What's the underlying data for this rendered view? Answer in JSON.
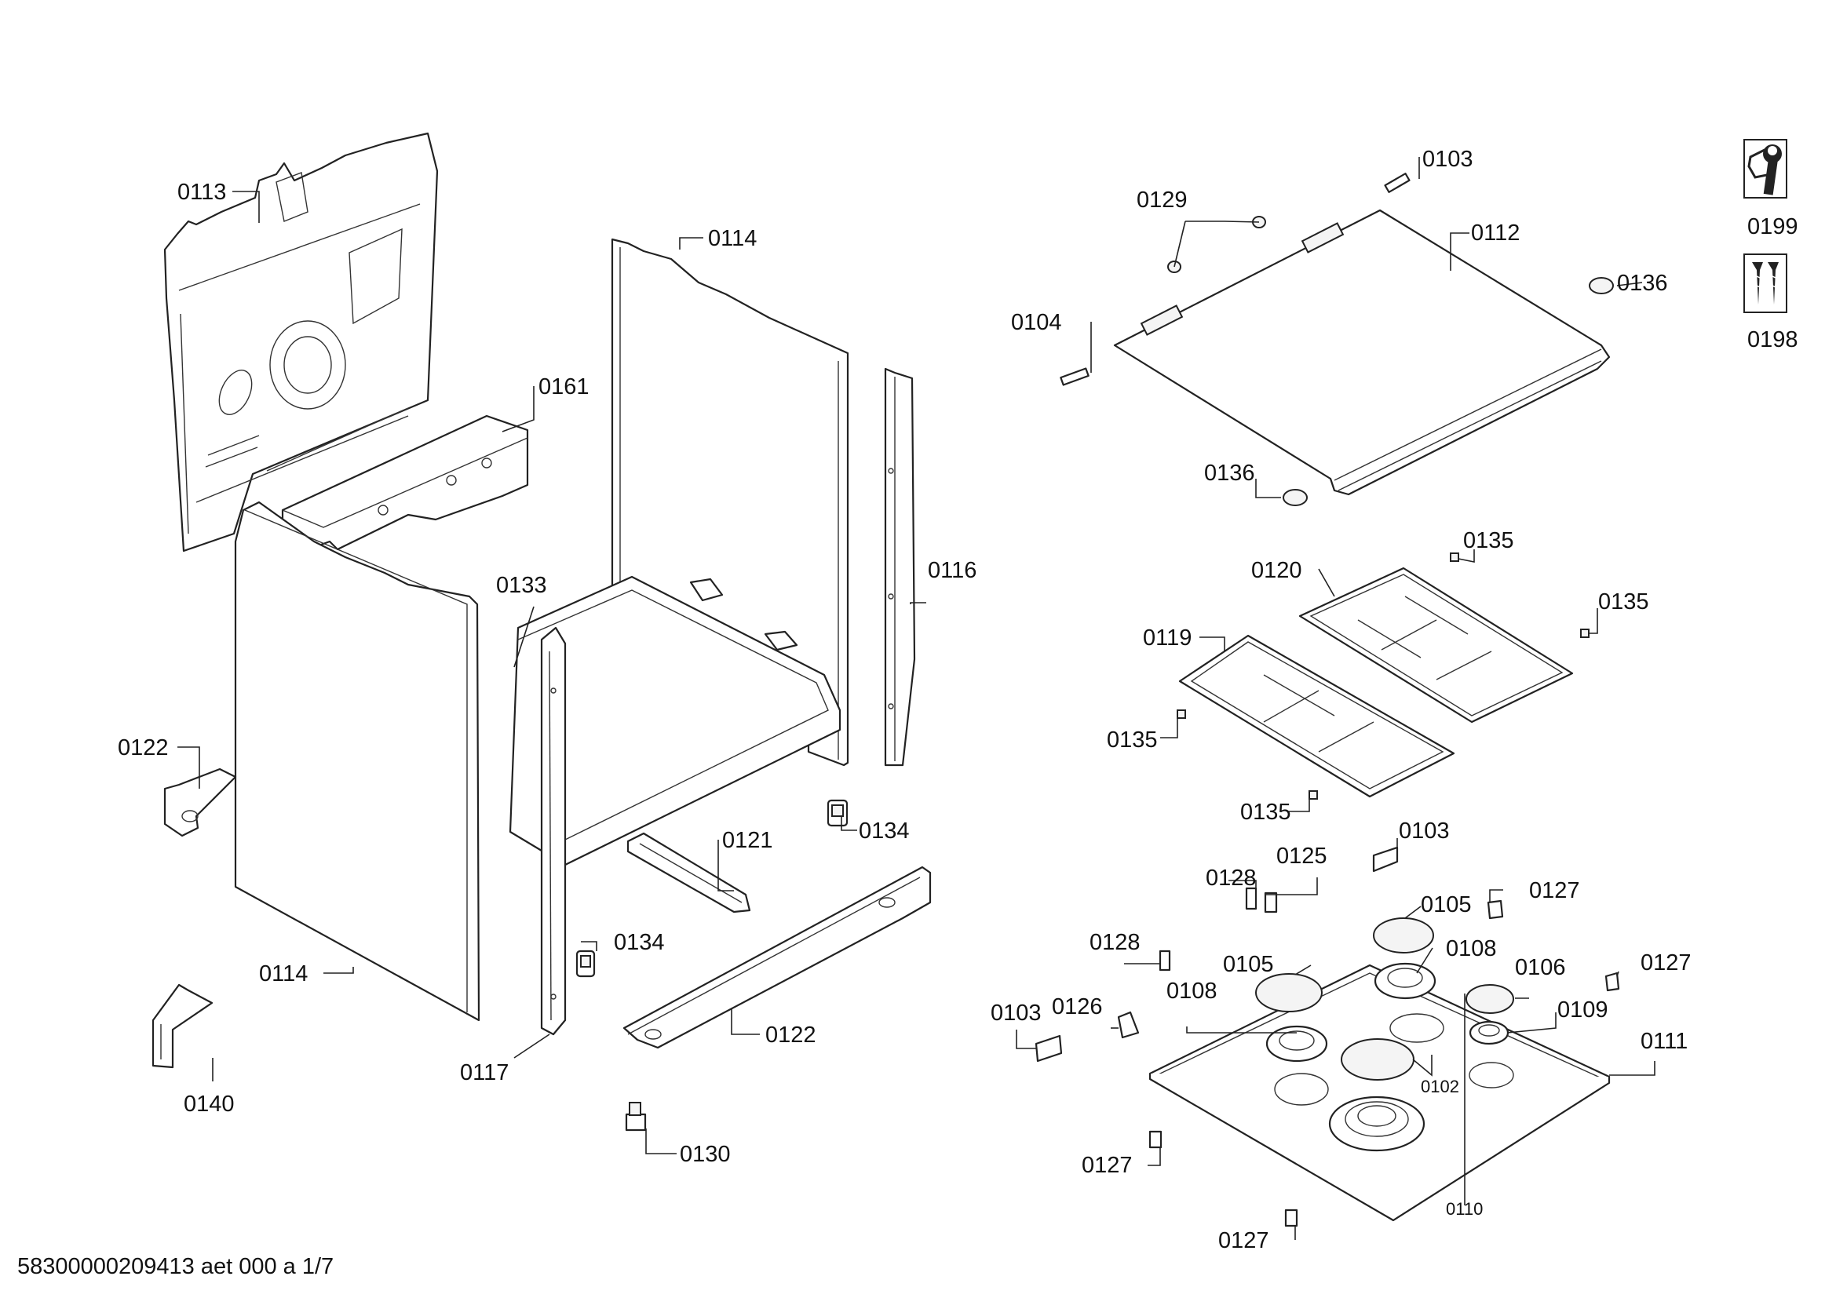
{
  "callouts": {
    "c0113": "0113",
    "c0114a": "0114",
    "c0161": "0161",
    "c0133": "0133",
    "c0116": "0116",
    "c0122a": "0122",
    "c0134a": "0134",
    "c0121": "0121",
    "c0114b": "0114",
    "c0134b": "0134",
    "c0122b": "0122",
    "c0117": "0117",
    "c0140": "0140",
    "c0130": "0130",
    "c0103a": "0103",
    "c0129": "0129",
    "c0112": "0112",
    "c0104": "0104",
    "c0136a": "0136",
    "c0136b": "0136",
    "c0135a": "0135",
    "c0120": "0120",
    "c0135b": "0135",
    "c0119": "0119",
    "c0135c": "0135",
    "c0135d": "0135",
    "c0103b": "0103",
    "c0125": "0125",
    "c0128a": "0128",
    "c0127a": "0127",
    "c0105a": "0105",
    "c0128b": "0128",
    "c0108a": "0108",
    "c0105b": "0105",
    "c0106": "0106",
    "c0127b": "0127",
    "c0103c": "0103",
    "c0126": "0126",
    "c0108b": "0108",
    "c0109": "0109",
    "c0111": "0111",
    "c0102": "0102",
    "c0127c": "0127",
    "c0110": "0110",
    "c0127d": "0127",
    "c0199": "0199",
    "c0198": "0198"
  },
  "icons": [
    "wrench-nut-icon",
    "screws-icon"
  ],
  "footer": "58300000209413 aet 000 a 1/7"
}
